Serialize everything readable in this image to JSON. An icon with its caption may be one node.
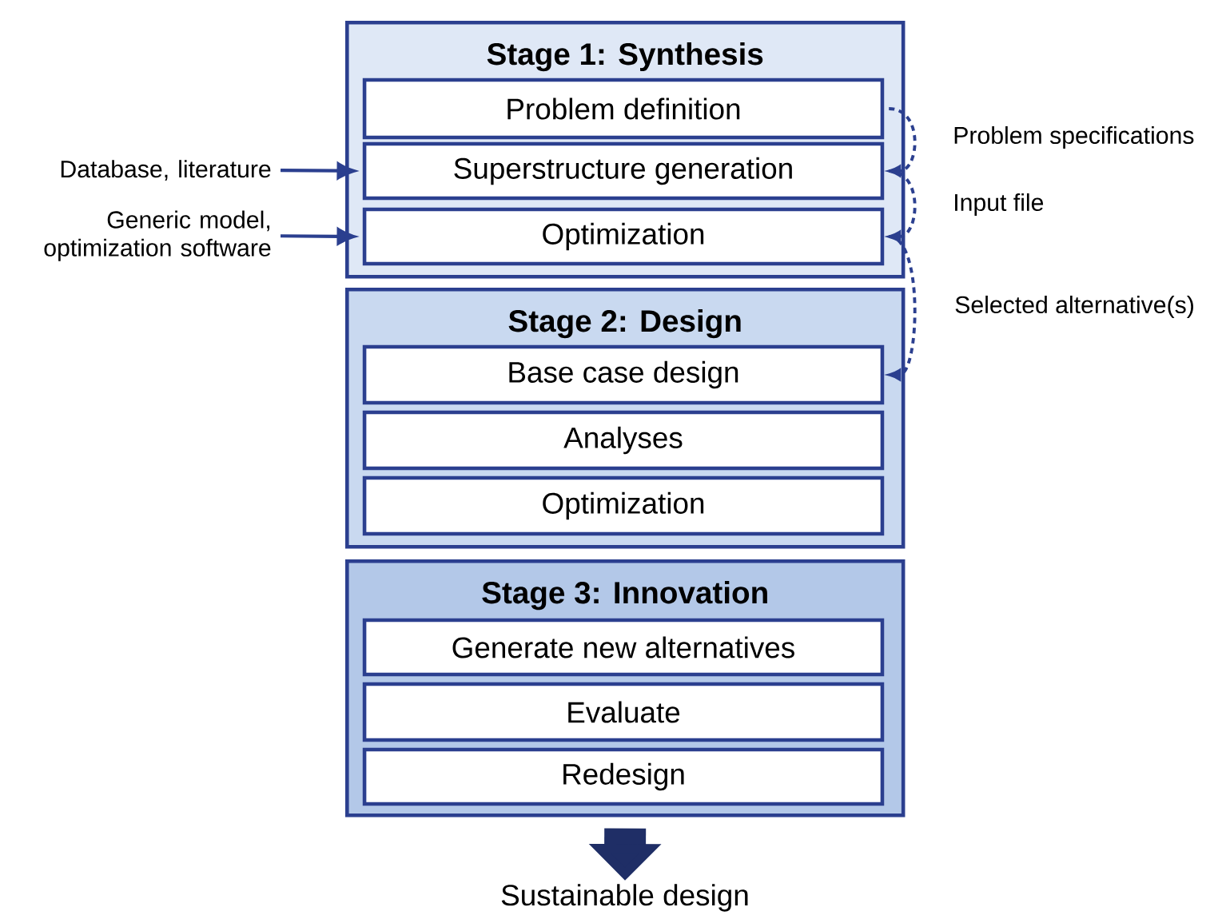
{
  "diagram": {
    "nodes": [
      {
        "text": [
          "Stage 1: Synthesis"
        ]
      },
      {
        "text": [
          "Problem definition"
        ],
        "in": 0
      },
      {
        "text": [
          "Superstructure generation"
        ],
        "in": 0
      },
      {
        "text": [
          "Optimization"
        ],
        "in": 0
      },
      {
        "text": [
          "Stage 2: Design"
        ]
      },
      {
        "text": [
          "Base case design"
        ],
        "in": 4
      },
      {
        "text": [
          "Analyses"
        ],
        "in": 4
      },
      {
        "text": [
          "Optimization"
        ],
        "in": 4
      },
      {
        "text": [
          "Stage 3: Innovation"
        ]
      },
      {
        "text": [
          "Generate new alternatives"
        ],
        "in": 8
      },
      {
        "text": [
          "Evaluate"
        ],
        "in": 8
      },
      {
        "text": [
          "Redesign"
        ],
        "in": 8
      },
      {
        "text": [
          "Sustainable design"
        ]
      },
      {
        "text": [
          "Database, literature"
        ]
      },
      {
        "text": [
          "Generic model, optimization software"
        ]
      }
    ],
    "edges": [
      {
        "from": 13,
        "to": 2,
        "arrow": "to"
      },
      {
        "from": 14,
        "to": 3,
        "arrow": "to"
      },
      {
        "from": 1,
        "to": 2,
        "arrow": "to",
        "style": "dashed",
        "label": "Problem specifications"
      },
      {
        "from": 2,
        "to": 3,
        "arrow": "to",
        "style": "dashed",
        "label": "Input file"
      },
      {
        "from": 3,
        "to": 5,
        "arrow": "to",
        "style": "dashed",
        "label": "Selected alternative(s)"
      },
      {
        "from": 8,
        "to": 12,
        "arrow": "to",
        "style": "thick",
        "color": "#1f2e66"
      }
    ]
  }
}
